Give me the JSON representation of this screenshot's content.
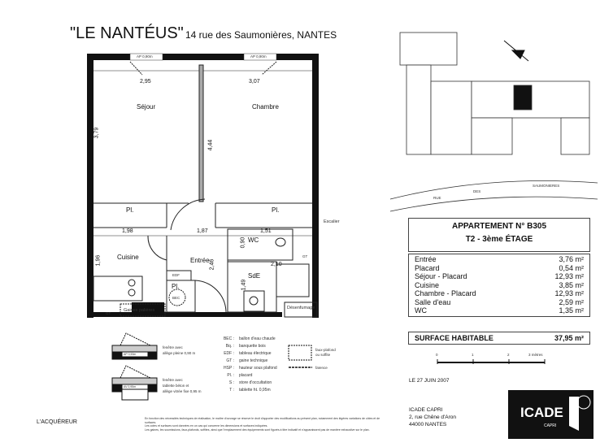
{
  "header": {
    "name": "\"LE NANTÉUS\"",
    "address": "14 rue des Saumonières, NANTES"
  },
  "plan": {
    "windows": [
      "AP 0,90m",
      "AP 0,90m"
    ],
    "dims": [
      "2,95",
      "3,07",
      "3,79",
      "4,44",
      "1,98",
      "1,87",
      "1,51",
      "0,90",
      "1,96",
      "2,46",
      "2,10",
      "1,49"
    ],
    "rooms": {
      "sejour": "Séjour",
      "chambre": "Chambre",
      "pl1": "Pl.",
      "pl2": "Pl.",
      "pl3": "Pl.",
      "cuisine": "Cuisine",
      "entree": "Entrée",
      "wc": "WC",
      "sde": "SdE",
      "edf": "EDF",
      "bec": "BEC",
      "gaines": "Gaines palières",
      "desenfumage": "Désenfumage",
      "escalier": "Escalier",
      "gt1": "GT",
      "gt2": "GT"
    }
  },
  "street": {
    "a": "RUE",
    "b": "DES",
    "c": "SAUMONIERES"
  },
  "apartment": {
    "title": "APPARTEMENT N° B305",
    "subtitle": "T2 - 3ème ÉTAGE",
    "rooms": [
      {
        "name": "Entrée",
        "area": "3,76 m²"
      },
      {
        "name": "Placard",
        "area": "0,54 m²"
      },
      {
        "name": "Séjour - Placard",
        "area": "12,93 m²"
      },
      {
        "name": "Cuisine",
        "area": "3,85 m²"
      },
      {
        "name": "Chambre - Placard",
        "area": "12,93 m²"
      },
      {
        "name": "Salle d'eau",
        "area": "2,59 m²"
      },
      {
        "name": "WC",
        "area": "1,35 m²"
      }
    ],
    "total_label": "SURFACE HABITABLE",
    "total": "37,95 m²"
  },
  "scale": {
    "t0": "0",
    "t1": "1",
    "t2": "2",
    "t3": "3 mètres"
  },
  "legend": {
    "win1": "fenêtre avec",
    "win1b": "allège pleine 0,90 m",
    "win1tag": "AP 0,90m",
    "win2": "fenêtre avec",
    "win2b": "tablette béton et",
    "win2c": "allège vitrée fixe 0,95 m",
    "win2tag": "AV 0,95m",
    "abbr": [
      {
        "k": "BEC :",
        "v": "ballon d'eau chaude"
      },
      {
        "k": "Bq. :",
        "v": "banquette bois"
      },
      {
        "k": "EDF :",
        "v": "tableau électrique"
      },
      {
        "k": "GT :",
        "v": "gaine technique"
      },
      {
        "k": "HSP :",
        "v": "hauteur sous plafond"
      },
      {
        "k": "Pl. :",
        "v": "placard"
      },
      {
        "k": "S :",
        "v": "store d'occultation"
      },
      {
        "k": "T :",
        "v": "tablette ht. 0,95m"
      }
    ],
    "fauxplafond": "faux-plafond",
    "fauxplafond2": "ou soffite",
    "faience": "faïence"
  },
  "footer": {
    "acquereur": "L'ACQUÉREUR",
    "note1": "En fonction des nécessités techniques de réalisation, le maître d'ouvrage se réserve le droit d'apporter des modifications au présent plan, notamment des légères variations de côtes et de surfaces.",
    "note2": "Les cotes et surfaces sont données en un cas qui concerne les dimensions et surfaces indiquées.",
    "note3": "Les gaines, les soumissions, faux-plafonds, soffites, ainsi que l'emplacement des équipements sont figurés à titre indicatif et n'apparaissent pas de manière exhaustive sur le plan.",
    "date": "LE 27 JUIN 2007",
    "company": "ICADE CAPRI",
    "street": "2, rue Chêne d'Aron",
    "city": "44000 NANTES",
    "logo": "ICADE",
    "logo_sub": "CAPRI"
  }
}
